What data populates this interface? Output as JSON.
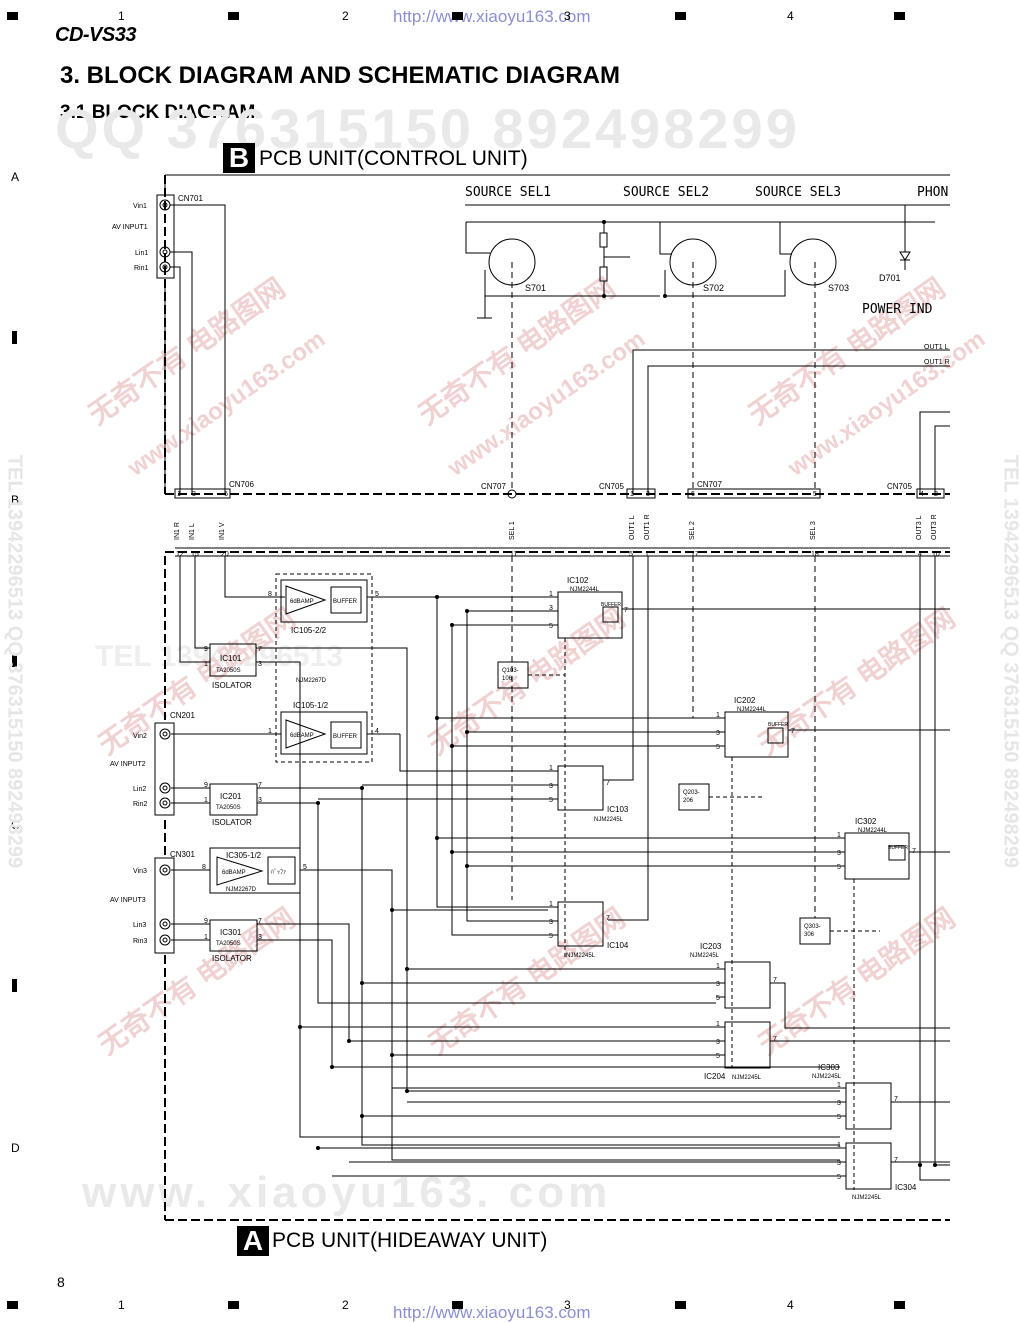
{
  "header": {
    "model": "CD-VS33",
    "section_title": "3. BLOCK DIAGRAM AND SCHEMATIC DIAGRAM",
    "subsection_title": "3.1 BLOCK DIAGRAM",
    "url": "http://www.xiaoyu163.com",
    "page_number": "8"
  },
  "grid": {
    "columns": [
      "1",
      "2",
      "3",
      "4"
    ],
    "rows": [
      "A",
      "B",
      "C",
      "D"
    ]
  },
  "watermarks": {
    "qq": "QQ 376315150 892498299",
    "web": "www.xiaoyu163.com",
    "big_web": "www. xiaoyu163. com",
    "tel": "TEL 13942296513",
    "tel_qq": "TEL 13942296513 QQ 376315150 892498299",
    "cn_slogan": "无奇不有 电路图网"
  },
  "diagram": {
    "control_unit": {
      "letter": "B",
      "title": "PCB UNIT(CONTROL UNIT)"
    },
    "hideaway_unit": {
      "letter": "A",
      "title": "PCB UNIT(HIDEAWAY UNIT)"
    },
    "labels": {
      "source_sel1": "SOURCE SEL1",
      "source_sel2": "SOURCE SEL2",
      "source_sel3": "SOURCE SEL3",
      "phon": "PHON",
      "power_ind": "POWER IND",
      "s701": "S701",
      "s702": "S702",
      "s703": "S703",
      "d701": "D701",
      "out1_l": "OUT1 L",
      "out1_r": "OUT1 R",
      "cn701": "CN701",
      "cn706": "CN706",
      "cn707": "CN707",
      "cn705": "CN705",
      "cn201": "CN201",
      "cn301": "CN301",
      "vin1": "Vin1",
      "av_input1": "AV INPUT1",
      "lin1": "Lin1",
      "rin1": "Rin1",
      "vin2": "Vin2",
      "av_input2": "AV INPUT2",
      "lin2": "Lin2",
      "rin2": "Rin2",
      "vin3": "Vin3",
      "av_input3": "AV INPUT3",
      "lin3": "Lin3",
      "rin3": "Rin3",
      "in1_r": "IN1 R",
      "in1_l": "IN1 L",
      "in1_v": "IN1 V",
      "sel1": "SEL 1",
      "sel2": "SEL 2",
      "sel3": "SEL 3",
      "out1_lv": "OUT1 L",
      "out1_rv": "OUT1 R",
      "out3_l": "OUT3 L",
      "out3_r": "OUT3 R",
      "ic102": "IC102",
      "ic103": "IC103",
      "ic104": "IC104",
      "ic202": "IC202",
      "ic203": "IC203",
      "ic204": "IC204",
      "ic302": "IC302",
      "ic303": "IC303",
      "ic304": "IC304",
      "ic101": "IC101",
      "ic201": "IC201",
      "ic301": "IC301",
      "ic105_22": "IC105-2/2",
      "ic105_12": "IC105-1/2",
      "ic305_12": "IC305-1/2",
      "njm2244l": "NJM2244L",
      "njm2245l": "NJM2245L",
      "njm2267d": "NJM2267D",
      "ta2050s": "TA2050S",
      "isolator": "ISOLATOR",
      "amp6db": "6dBAMP",
      "buffer": "BUFFER",
      "buffer_jp": "ﾊﾞｯﾌｧ",
      "q103": "Q103-\n106",
      "q203": "Q203-\n206",
      "q303": "Q303-\n306"
    }
  }
}
